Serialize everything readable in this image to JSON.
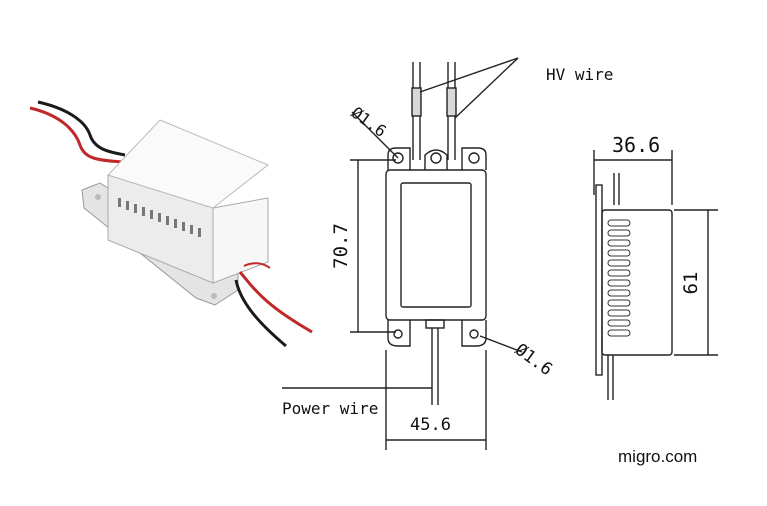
{
  "labels": {
    "hv_wire": "HV wire",
    "power_wire": "Power wire",
    "hole_top": "Ø1.6",
    "hole_bottom": "Ø1.6",
    "dim_height": "70.7",
    "dim_width": "45.6",
    "dim_depth": "36.6",
    "dim_side_height": "61",
    "watermark": "migro.com"
  },
  "colors": {
    "line": "#222222",
    "wire_red": "#c0282a",
    "wire_black": "#1a1a1a",
    "housing": "#eeeeee"
  }
}
